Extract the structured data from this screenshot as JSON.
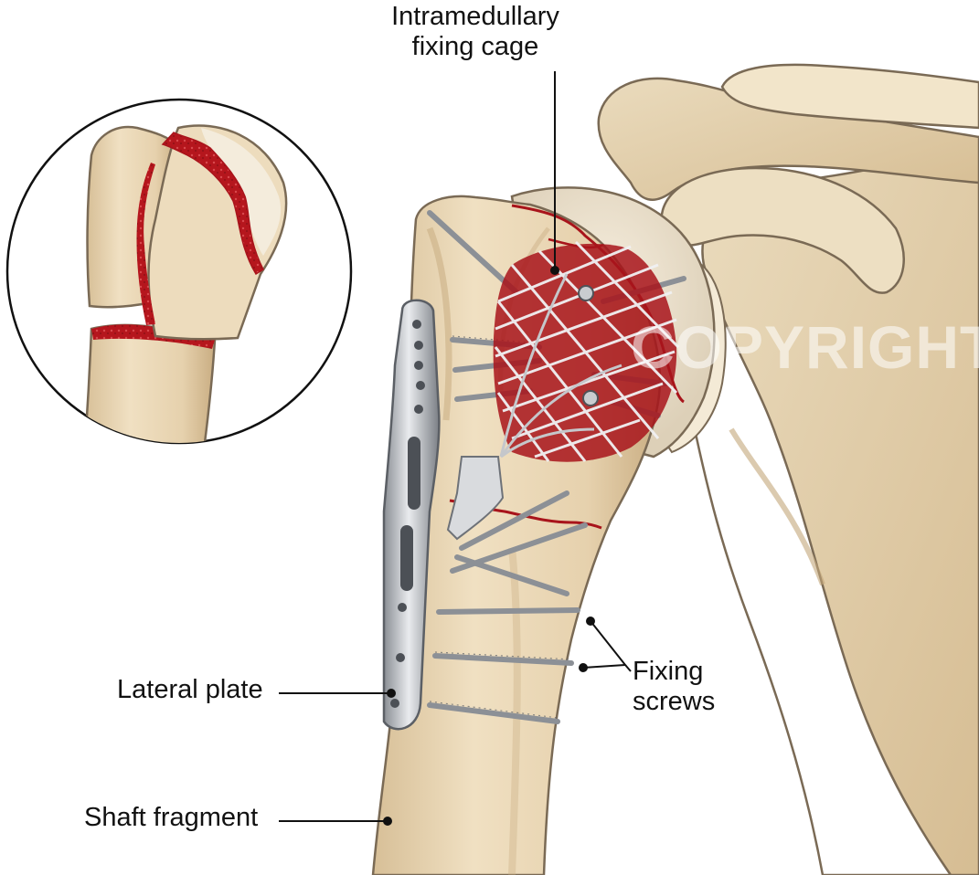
{
  "labels": {
    "cage_line1": "Intramedullary",
    "cage_line2": "fixing cage",
    "plate": "Lateral plate",
    "screws_line1": "Fixing",
    "screws_line2": "screws",
    "shaft": "Shaft fragment"
  },
  "watermark": "COPYRIGHT",
  "colors": {
    "bone": "#e8d5b3",
    "bone_shadow": "#c9ad82",
    "outline": "#7a6a55",
    "fracture": "#a8141b",
    "metal": "#b9bcc0",
    "metal_dark": "#6e7278",
    "leader": "#111111"
  }
}
